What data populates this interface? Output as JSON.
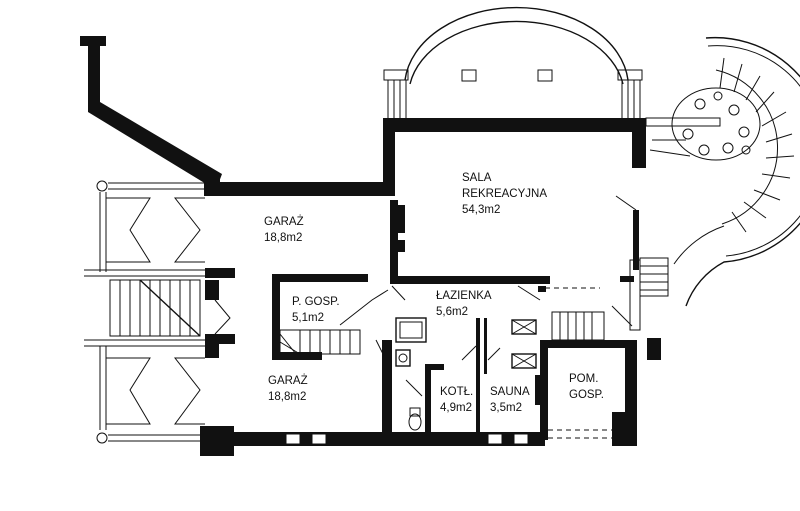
{
  "rooms": {
    "garage_top": {
      "name": "GARAŻ",
      "area": "18,8m2"
    },
    "recreation_hall": {
      "name_line1": "SALA",
      "name_line2": "REKREACYJNA",
      "area": "54,3m2"
    },
    "utility_small": {
      "name": "P. GOSP.",
      "area": "5,1m2"
    },
    "bathroom": {
      "name": "ŁAZIENKA",
      "area": "5,6m2"
    },
    "garage_bottom": {
      "name": "GARAŻ",
      "area": "18,8m2"
    },
    "boiler_room": {
      "name": "KOTŁ.",
      "area": "4,9m2"
    },
    "sauna": {
      "name": "SAUNA",
      "area": "3,5m2"
    },
    "utility_room": {
      "name_line1": "POM.",
      "name_line2": "GOSP."
    }
  },
  "colors": {
    "wall": "#111111",
    "background": "#ffffff"
  }
}
